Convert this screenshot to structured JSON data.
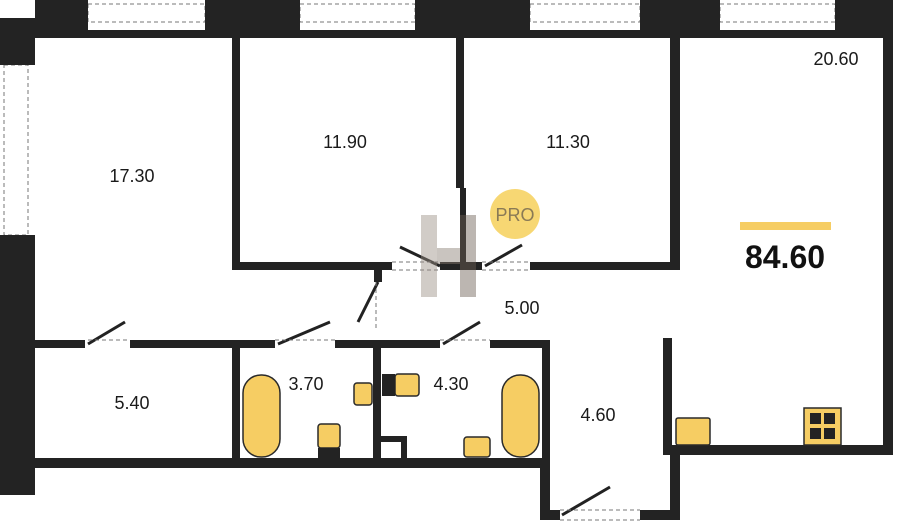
{
  "plan": {
    "total_area": "84.60",
    "badge": "PRO",
    "rooms": [
      {
        "name": "room-living-left",
        "area": "17.30"
      },
      {
        "name": "room-bedroom-1",
        "area": "11.90"
      },
      {
        "name": "room-bedroom-2",
        "area": "11.30"
      },
      {
        "name": "room-kitchen-living",
        "area": "20.60"
      },
      {
        "name": "hallway",
        "area": "5.00"
      },
      {
        "name": "storage",
        "area": "5.40"
      },
      {
        "name": "bathroom-1",
        "area": "3.70"
      },
      {
        "name": "bathroom-2",
        "area": "4.30"
      },
      {
        "name": "entry-hall",
        "area": "4.60"
      }
    ]
  },
  "colors": {
    "wall": "#232323",
    "accent": "#f6cd63",
    "badge": "#f7d773"
  }
}
